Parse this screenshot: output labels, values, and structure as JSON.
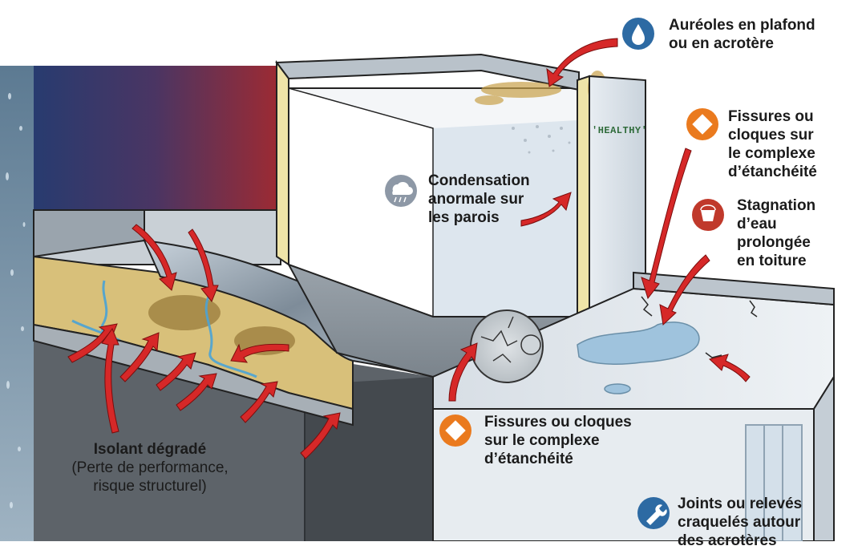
{
  "callouts": {
    "aureoles": {
      "lines": [
        "Auréoles en plafond",
        "ou en acrotère"
      ],
      "icon": "water-drop-icon",
      "color": "#2d6aa3"
    },
    "fissures_top": {
      "lines": [
        "Fissures ou",
        "cloques sur",
        "le complexe",
        "d’étanchéité"
      ],
      "icon": "diamond-icon",
      "color": "#ea7a1e"
    },
    "condensation": {
      "lines": [
        "Condensation",
        "anormale sur",
        "les parois"
      ],
      "icon": "cloud-rain-icon",
      "color": "#8d98a6"
    },
    "stagnation": {
      "lines": [
        "Stagnation",
        "d’eau",
        "prolongée",
        "en toiture"
      ],
      "icon": "bucket-icon",
      "color": "#c0392b"
    },
    "fissures_bottom": {
      "lines": [
        "Fissures ou cloques",
        "sur le complexe",
        "d’étanchéité"
      ],
      "icon": "diamond-icon",
      "color": "#ea7a1e"
    },
    "isolant": {
      "title": "Isolant dégradé",
      "sub": [
        "(Perte de performance,",
        "risque structurel)"
      ]
    },
    "joints": {
      "lines": [
        "Joints ou relevés",
        "craquelés autour",
        "des acrotères"
      ],
      "icon": "wrench-icon",
      "color": "#2d6aa3"
    }
  },
  "room_sign": "'HEALTHY'"
}
